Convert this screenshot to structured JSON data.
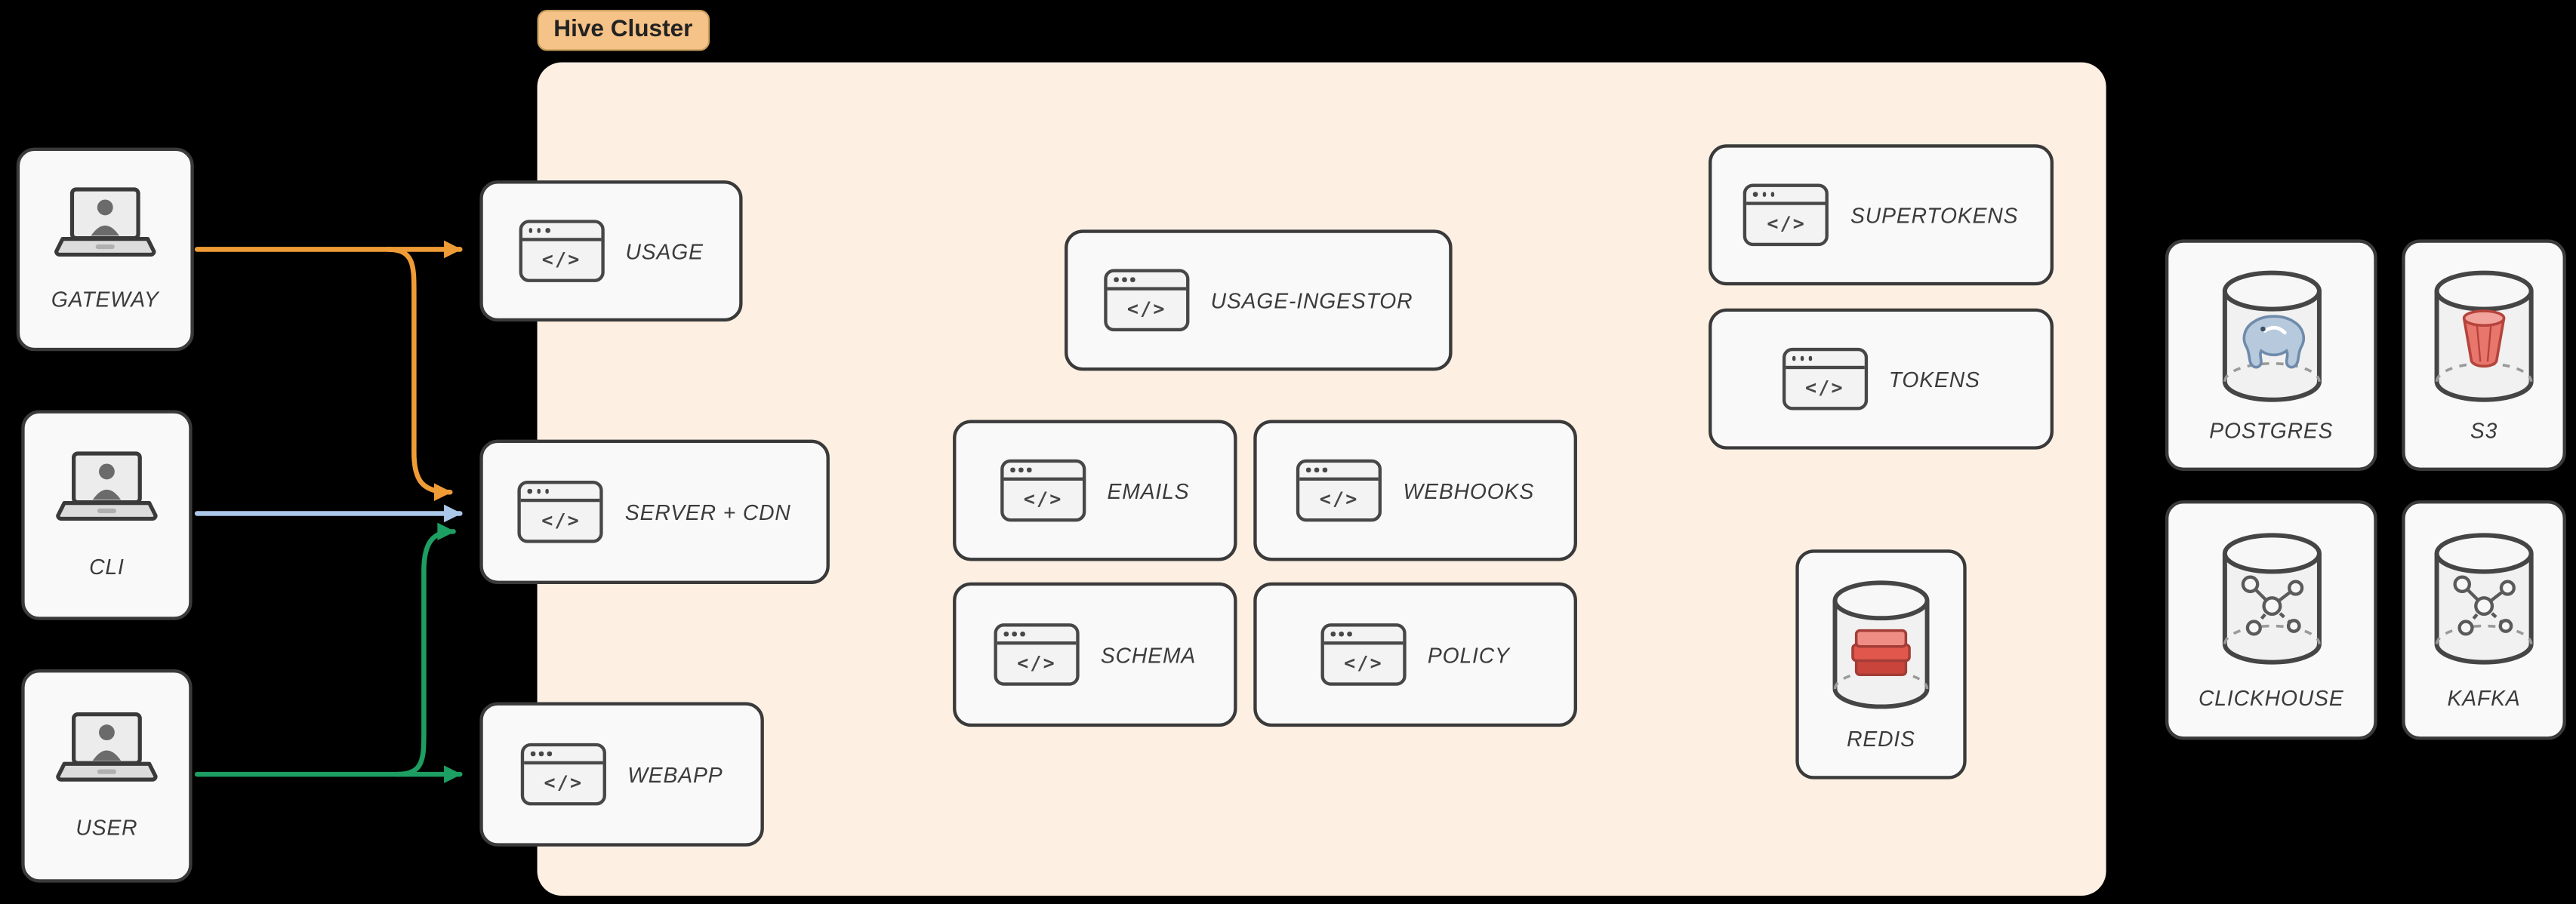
{
  "diagram": {
    "cluster": {
      "label": "Hive Cluster"
    },
    "code_glyph": "</>",
    "clients": [
      {
        "label": "GATEWAY"
      },
      {
        "label": "CLI"
      },
      {
        "label": "USER"
      }
    ],
    "services": [
      {
        "label": "USAGE"
      },
      {
        "label": "SERVER + CDN"
      },
      {
        "label": "WEBAPP"
      },
      {
        "label": "USAGE-INGESTOR"
      },
      {
        "label": "EMAILS"
      },
      {
        "label": "WEBHOOKS"
      },
      {
        "label": "SCHEMA"
      },
      {
        "label": "POLICY"
      },
      {
        "label": "SUPERTOKENS"
      },
      {
        "label": "TOKENS"
      },
      {
        "label": "REDIS"
      }
    ],
    "datastores": [
      {
        "label": "POSTGRES"
      },
      {
        "label": "S3"
      },
      {
        "label": "CLICKHOUSE"
      },
      {
        "label": "KAFKA"
      }
    ],
    "edges": [
      {
        "from": "GATEWAY",
        "to": "USAGE",
        "color": "#f09c36"
      },
      {
        "from": "GATEWAY",
        "to": "SERVER + CDN",
        "color": "#f09c36"
      },
      {
        "from": "CLI",
        "to": "SERVER + CDN",
        "color": "#aac7ea"
      },
      {
        "from": "USER",
        "to": "WEBAPP",
        "color": "#1d9e62"
      },
      {
        "from": "USER",
        "to": "SERVER + CDN",
        "color": "#1d9e62"
      }
    ],
    "colors": {
      "background": "#000000",
      "cluster_fill": "#fdf0e3",
      "cluster_label_bg": "#f5c287",
      "node_fill": "#f9f9f9",
      "node_border": "#3a3a3a",
      "arrow_gateway": "#f09c36",
      "arrow_cli": "#aac7ea",
      "arrow_user": "#1d9e62",
      "redis_red": "#e2574c"
    }
  }
}
